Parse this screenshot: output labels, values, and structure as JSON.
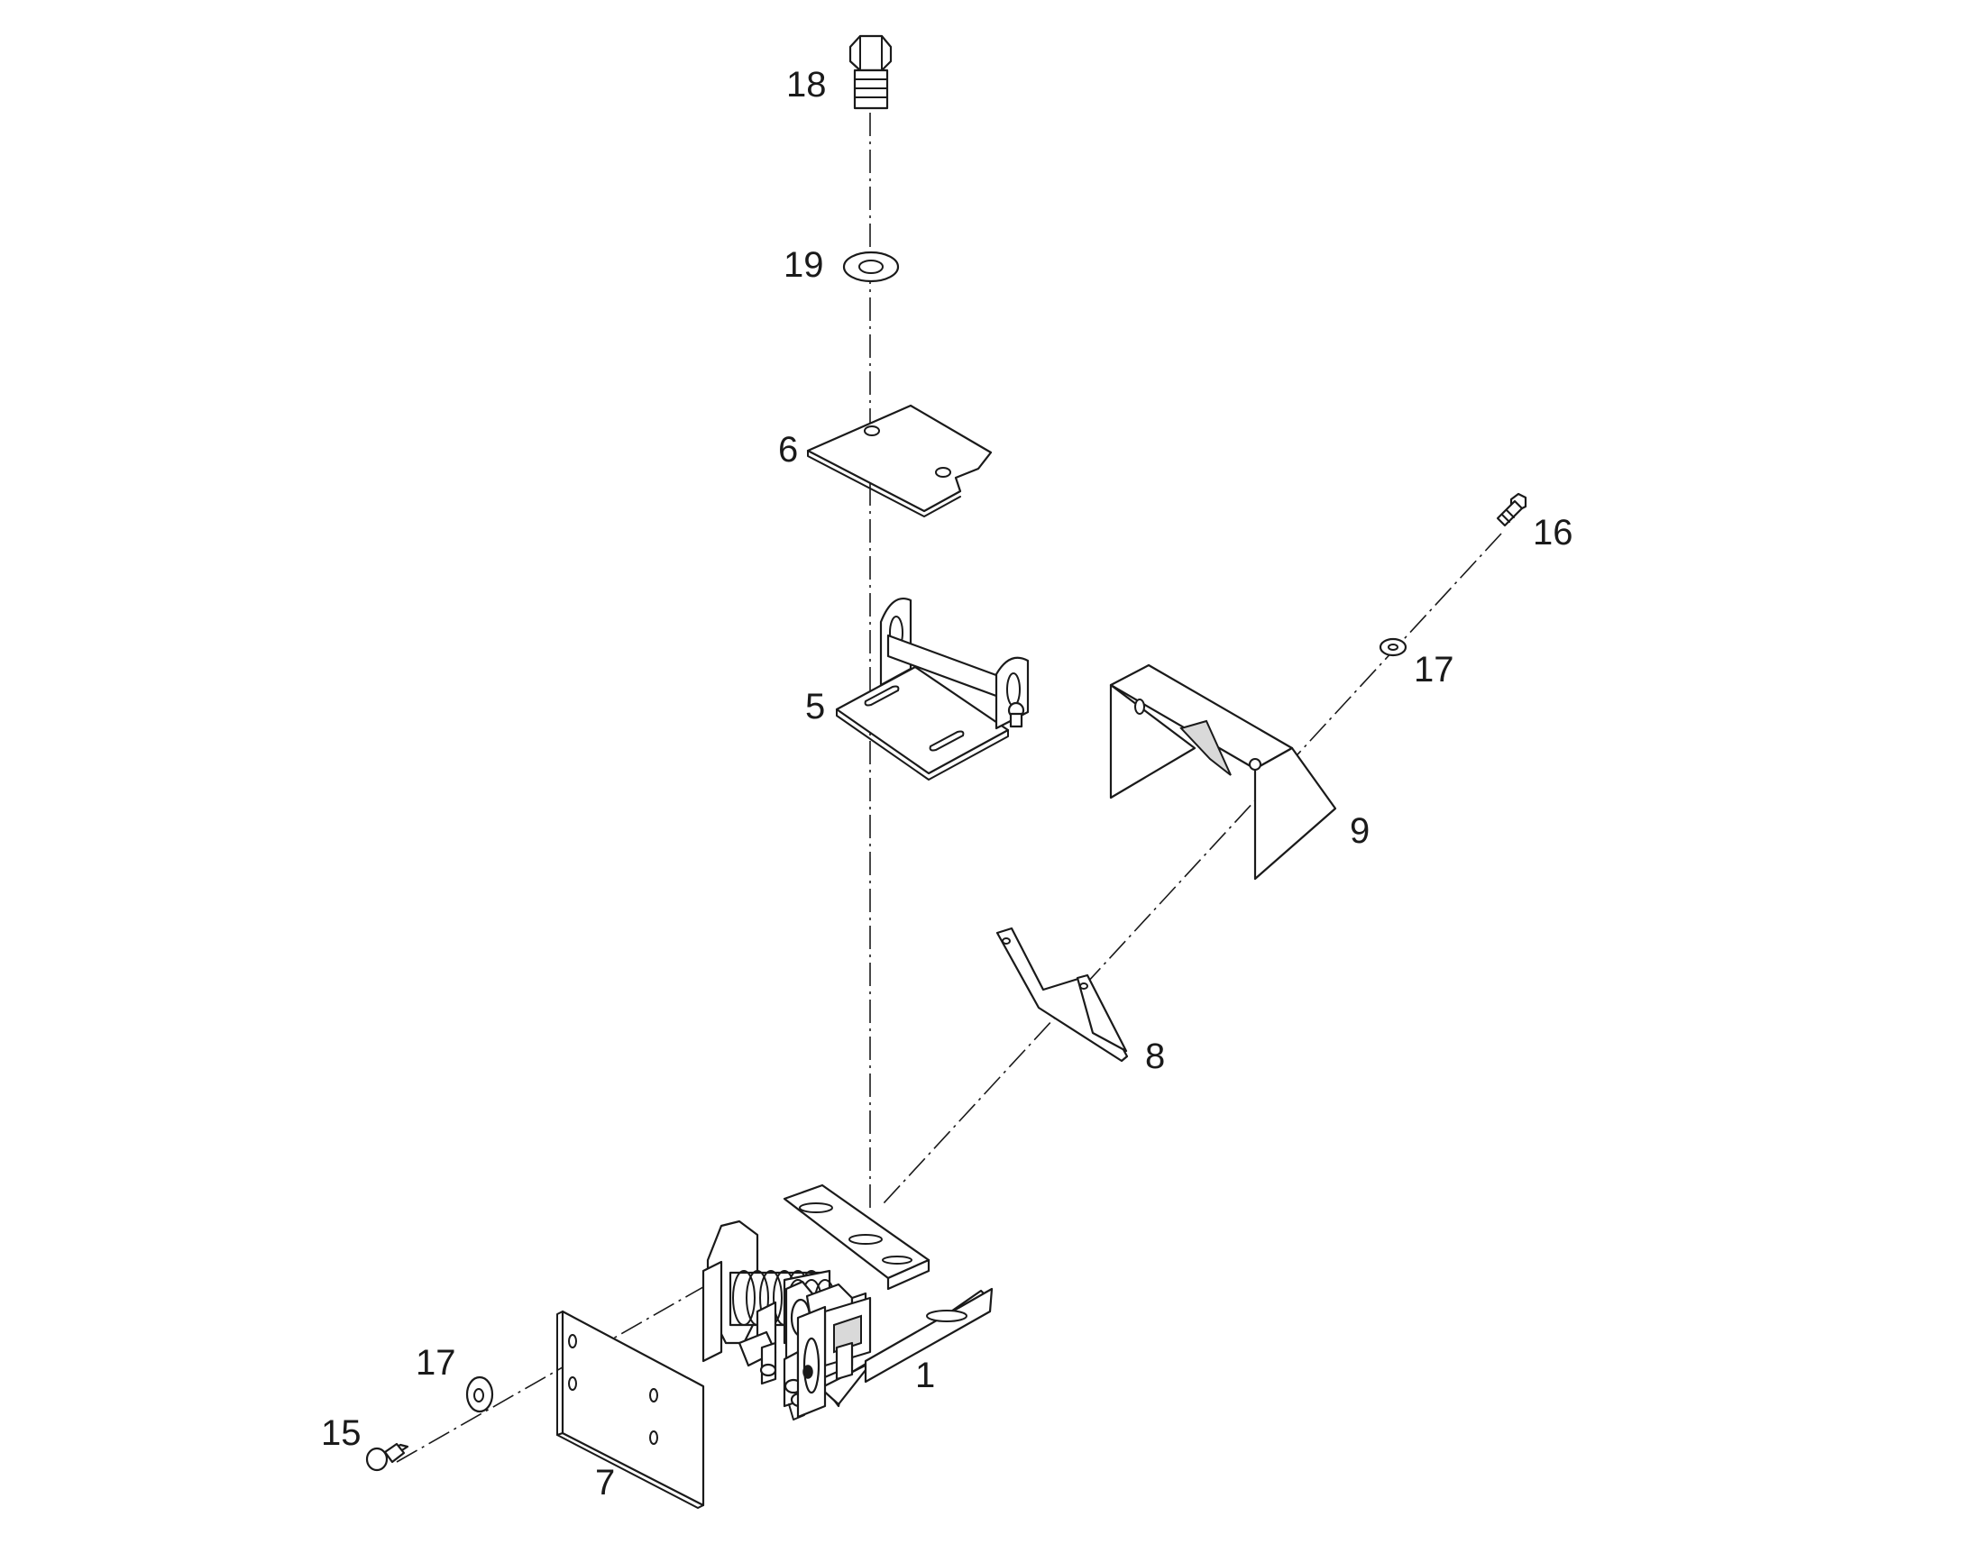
{
  "diagram": {
    "callouts": {
      "p1": "1",
      "p5": "5",
      "p6": "6",
      "p7": "7",
      "p8": "8",
      "p9": "9",
      "p15": "15",
      "p16": "16",
      "p17a": "17",
      "p17b": "17",
      "p18": "18",
      "p19": "19"
    }
  }
}
